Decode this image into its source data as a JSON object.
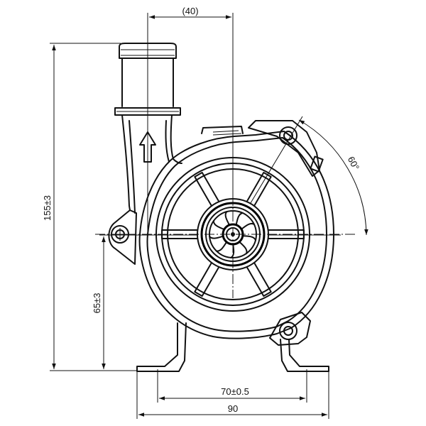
{
  "dimensions": {
    "top_offset": "(40)",
    "total_height": "155±3",
    "axis_height": "65±3",
    "foot_hole_spacing": "70±0.5",
    "foot_width": "90",
    "outlet_angle": "60°"
  }
}
